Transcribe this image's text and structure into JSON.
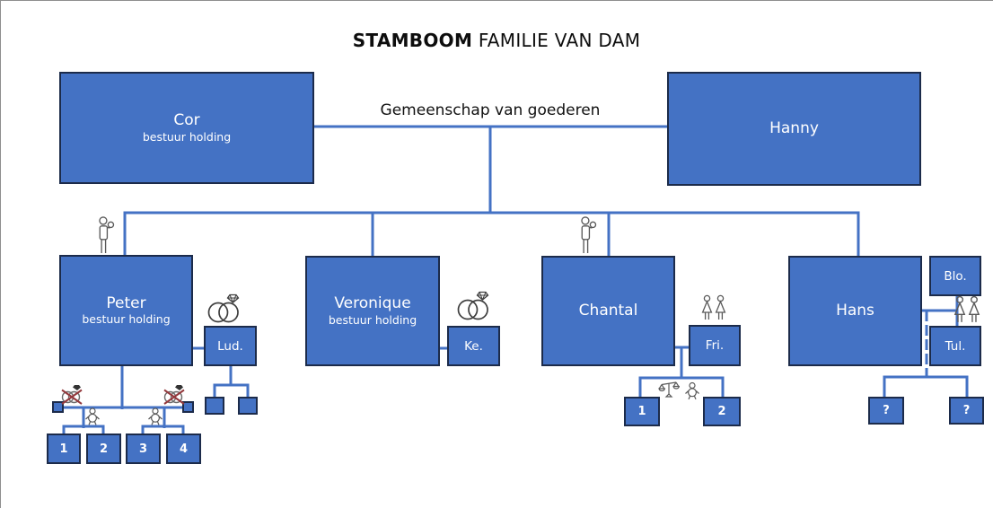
{
  "title": {
    "brand": "STAMBOOM",
    "family": "FAMILIE VAN DAM"
  },
  "colors": {
    "box_fill": "#4472C4",
    "box_border": "#1c2b4a",
    "line": "#4472C4",
    "divorce_cross": "#93383c",
    "icon_stroke": "#595959",
    "slide_edge": "#8f8f8f"
  },
  "generation1": {
    "marriage_label": "Gemeenschap van goederen",
    "father": {
      "name": "Cor",
      "subtitle": "bestuur holding"
    },
    "mother": {
      "name": "Hanny"
    }
  },
  "generation2": {
    "peter": {
      "name": "Peter",
      "subtitle": "bestuur holding",
      "status_icon": "man-with-baby",
      "partner": {
        "label": "Lud.",
        "relation_icon": "wedding-rings"
      },
      "ex_relations": {
        "relation_icon": "divorced-rings",
        "child_icon": "baby",
        "first": {
          "children": {
            "a": "1",
            "b": "2"
          }
        },
        "second": {
          "children": {
            "a": "3",
            "b": "4"
          }
        }
      }
    },
    "veronique": {
      "name": "Veronique",
      "subtitle": "bestuur holding",
      "partner": {
        "label": "Ke.",
        "relation_icon": "wedding-rings"
      }
    },
    "chantal": {
      "name": "Chantal",
      "status_icon": "man-with-baby",
      "partner": {
        "label": "Fri.",
        "relation_icon": "two-women"
      },
      "annotation_icons": [
        "scales",
        "baby"
      ],
      "children": {
        "a": "1",
        "b": "2"
      }
    },
    "hans": {
      "name": "Hans",
      "partners": {
        "first": "Blo.",
        "second": "Tul.",
        "relation_icon": "two-women"
      },
      "children": {
        "a": "?",
        "b": "?"
      }
    }
  }
}
